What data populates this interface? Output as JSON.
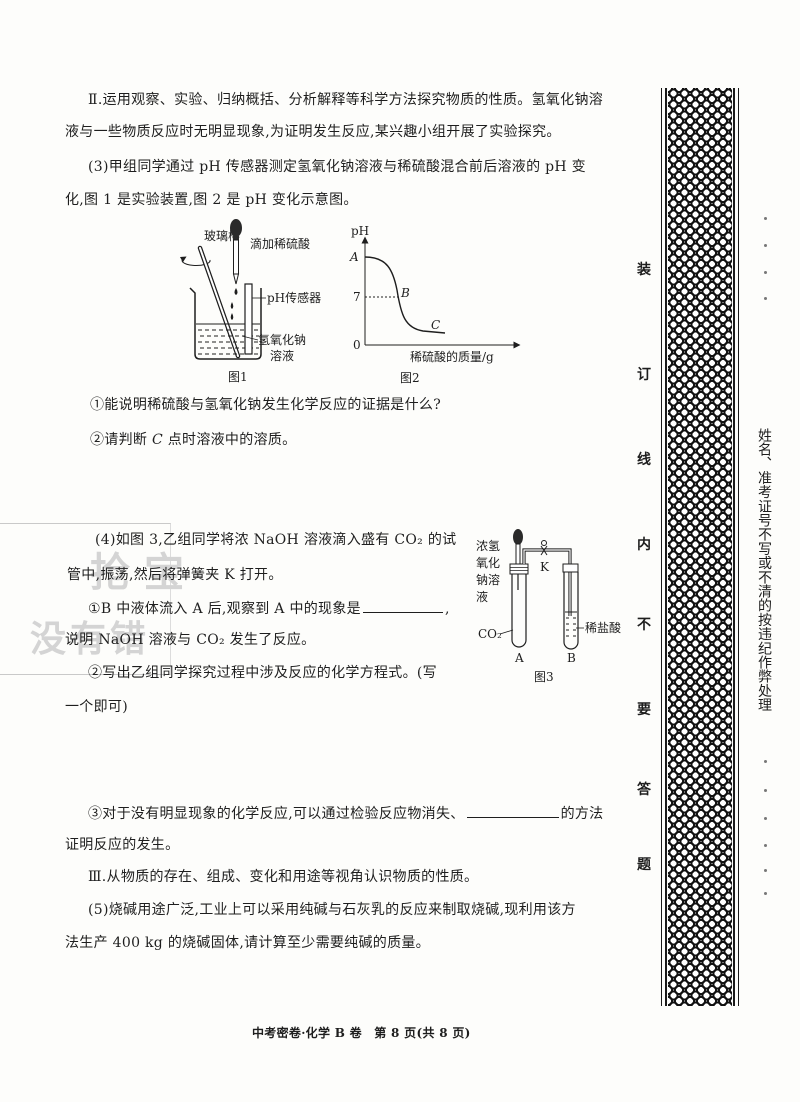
{
  "part2": {
    "line1": "Ⅱ.运用观察、实验、归纳概括、分析解释等科学方法探究物质的性质。氢氧化钠溶",
    "line2": "液与一些物质反应时无明显现象,为证明发生反应,某兴趣小组开展了实验探究。"
  },
  "q3": {
    "line1": "(3)甲组同学通过 pH 传感器测定氢氧化钠溶液与稀硫酸混合前后溶液的 pH 变",
    "line2": "化,图 1 是实验装置,图 2 是 pH 变化示意图。",
    "sub1": "①能说明稀硫酸与氢氧化钠发生化学反应的证据是什么?",
    "sub2_before": "②请判断 ",
    "sub2_var": "C",
    "sub2_after": " 点时溶液中的溶质。"
  },
  "figure1": {
    "rod_label": "玻璃棒",
    "drop_label": "滴加稀硫酸",
    "sensor_label": "pH传感器",
    "solution_label_1": "氢氧化钠",
    "solution_label_2": "溶液",
    "caption": "图1"
  },
  "figure2": {
    "y_label": "pH",
    "point_a": "A",
    "point_b": "B",
    "point_c": "C",
    "tick_7": "7",
    "tick_0": "0",
    "x_label": "稀硫酸的质量/g",
    "caption": "图2"
  },
  "q4": {
    "line1": "(4)如图 3,乙组同学将浓 NaOH 溶液滴入盛有 CO₂ 的试",
    "line2": "管中,振荡,然后将弹簧夹 K 打开。",
    "sub1_before": "①B 中液体流入 A 后,观察到 A 中的现象是",
    "sub1_after": ",",
    "sub1_line2": "说明 NaOH 溶液与 CO₂ 发生了反应。",
    "sub2_line1": "②写出乙组同学探究过程中涉及反应的化学方程式。(写",
    "sub2_line2": "一个即可)",
    "sub3_before": "③对于没有明显现象的化学反应,可以通过检验反应物消失、",
    "sub3_after": "的方法",
    "sub3_line2": "证明反应的发生。"
  },
  "figure3": {
    "reagent": [
      "浓氢",
      "氧化",
      "钠溶",
      "液"
    ],
    "clip": "K",
    "gas": "CO₂",
    "acid": "稀盐酸",
    "tube_a": "A",
    "tube_b": "B",
    "caption": "图3"
  },
  "part3": {
    "line1": "Ⅲ.从物质的存在、组成、变化和用途等视角认识物质的性质。"
  },
  "q5": {
    "line1": "(5)烧碱用途广泛,工业上可以采用纯碱与石灰乳的反应来制取烧碱,现利用该方",
    "line2": "法生产 400 kg 的烧碱固体,请计算至少需要纯碱的质量。"
  },
  "footer": "中考密卷·化学 B 卷　第 8 页(共 8 页)",
  "binding": {
    "seal_chars": [
      "装",
      "订",
      "线",
      "内",
      "不",
      "要",
      "答",
      "题"
    ],
    "notice": "姓名、准考证号不写或不清的按违纪作弊处理"
  },
  "watermark": {
    "line1": "抢宝",
    "line2": "没有错"
  }
}
